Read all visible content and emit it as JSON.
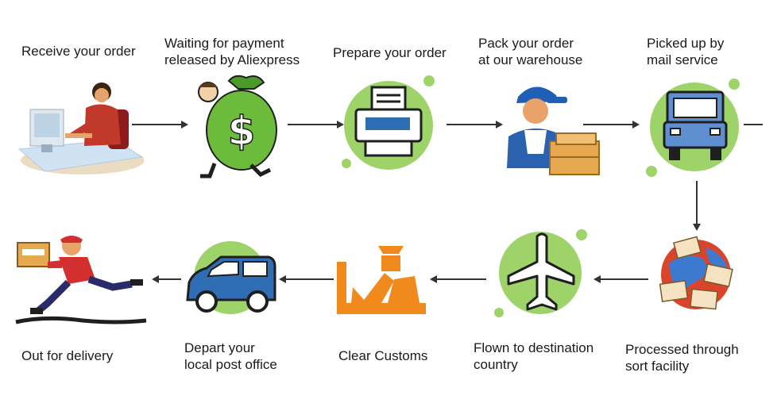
{
  "steps": [
    {
      "label": "Receive your order",
      "icon": "person-at-computer-icon"
    },
    {
      "label": "Waiting for payment\nreleased by Aliexpress",
      "icon": "money-bag-icon"
    },
    {
      "label": "Prepare your order",
      "icon": "printer-icon"
    },
    {
      "label": "Pack your order\nat our warehouse",
      "icon": "warehouse-worker-icon"
    },
    {
      "label": "Picked up by\nmail service",
      "icon": "truck-icon"
    },
    {
      "label": "Processed through\nsort facility",
      "icon": "globe-envelopes-icon"
    },
    {
      "label": "Flown to destination\ncountry",
      "icon": "airplane-icon"
    },
    {
      "label": "Clear Customs",
      "icon": "customs-officer-icon"
    },
    {
      "label": "Depart your\nlocal post office",
      "icon": "van-icon"
    },
    {
      "label": "Out for delivery",
      "icon": "courier-running-icon"
    }
  ],
  "colors": {
    "green": "#9ed36a",
    "blue": "#2f6db5",
    "orange": "#f08a1c",
    "arrow": "#333333"
  }
}
